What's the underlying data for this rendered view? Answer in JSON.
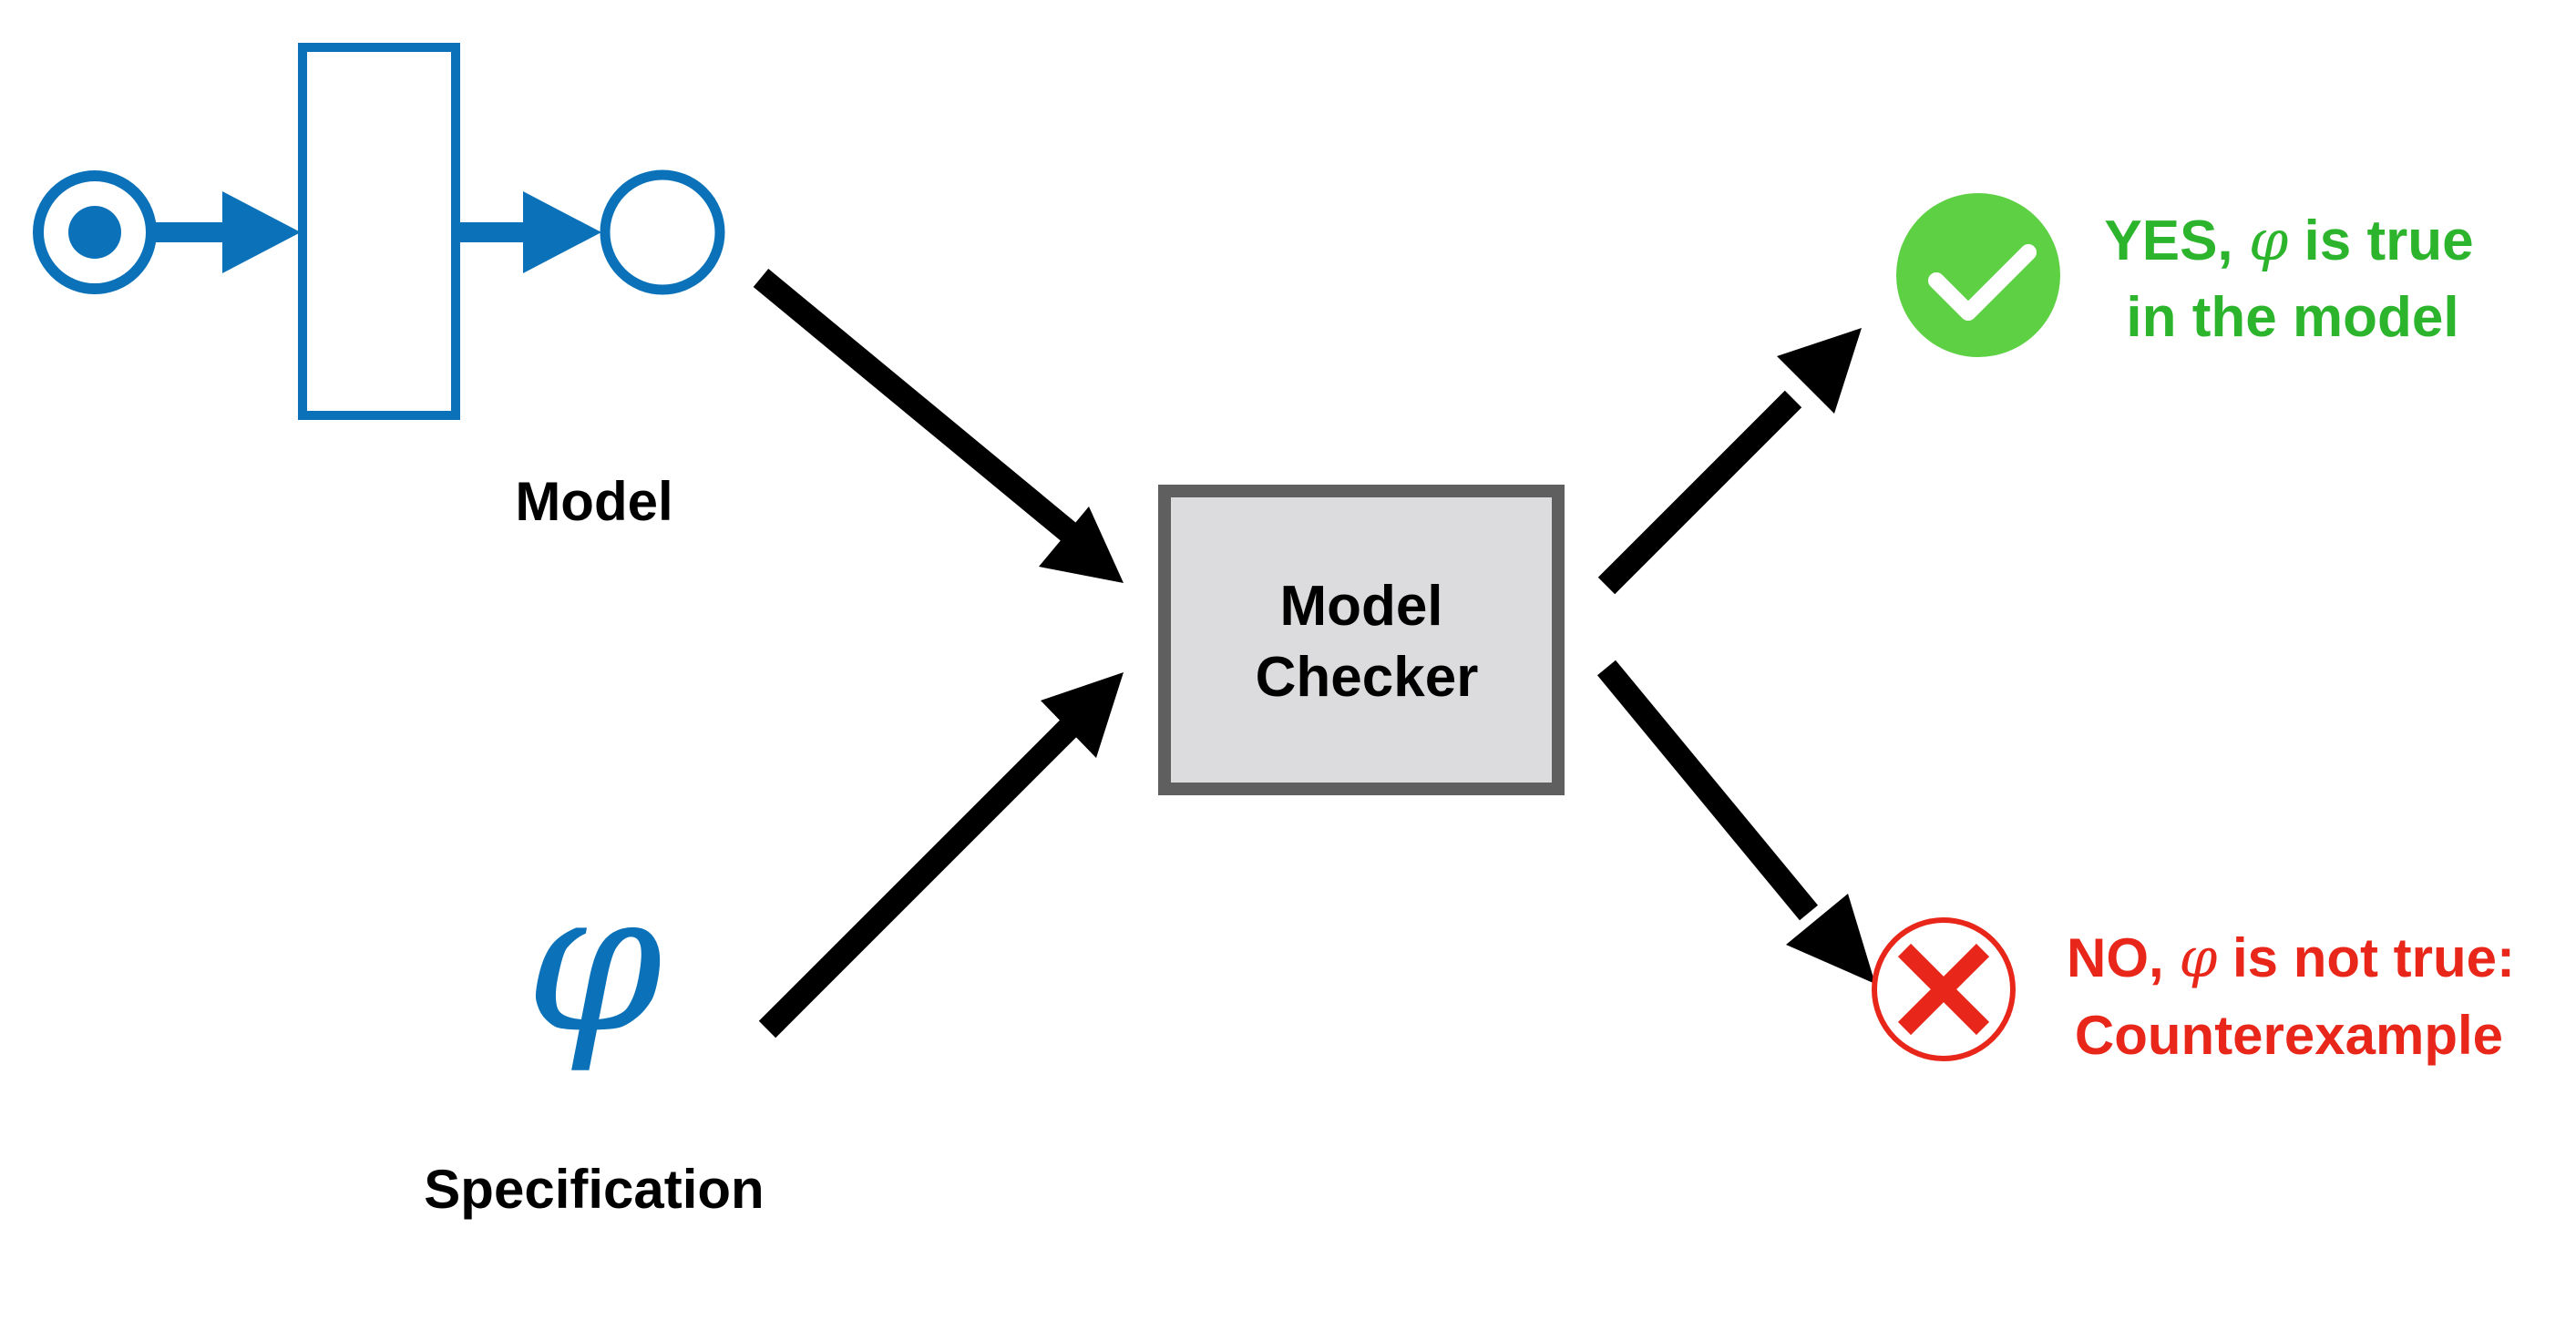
{
  "colors": {
    "petri_blue": "#0b72b9",
    "arrow_black": "#000000",
    "box_fill": "#dcdbdd",
    "box_border": "#5f5f5f",
    "yes_green": "#2cb52c",
    "check_green": "#5dd043",
    "no_red": "#e8271a"
  },
  "model": {
    "label": "Model",
    "icon": "petri-net-icon"
  },
  "specification": {
    "symbol": "φ",
    "label": "Specification"
  },
  "checker": {
    "line1": "Model",
    "line2": "Checker"
  },
  "yes_result": {
    "icon": "check-circle-icon",
    "line1_prefix": "YES, ",
    "line1_symbol": "φ",
    "line1_suffix": " is true",
    "line2": "in the model"
  },
  "no_result": {
    "icon": "cross-circle-icon",
    "line1_prefix": "NO, ",
    "line1_symbol": "φ",
    "line1_suffix": " is not true:",
    "line2": "Counterexample"
  }
}
